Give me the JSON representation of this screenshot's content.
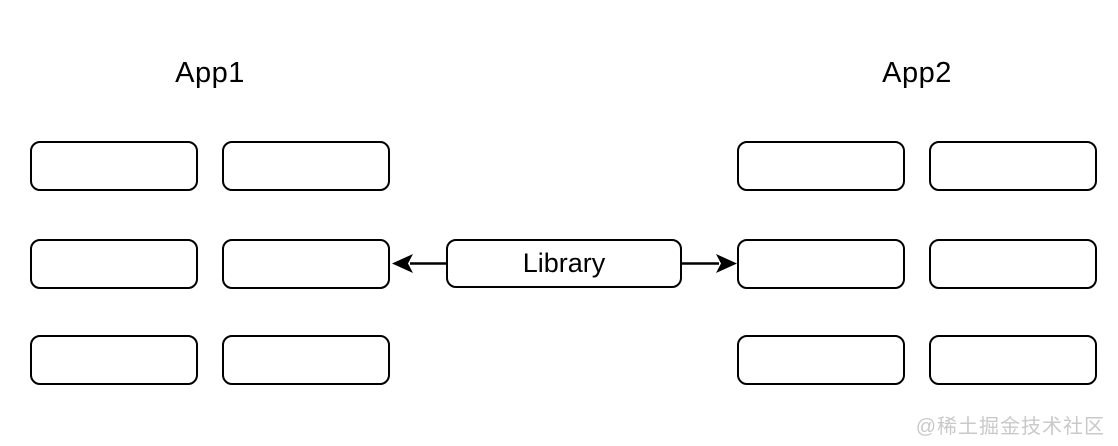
{
  "diagram": {
    "app1": {
      "title": "App1",
      "module_box_count": 6,
      "grid": "3 rows x 2 columns, boxes are empty"
    },
    "app2": {
      "title": "App2",
      "module_box_count": 6,
      "grid": "3 rows x 2 columns, boxes are empty"
    },
    "library": {
      "label": "Library"
    },
    "connections": [
      {
        "from": "library",
        "to": "app1-middle-row-right-box",
        "arrowhead": "left"
      },
      {
        "from": "library",
        "to": "app2-middle-row-left-box",
        "arrowhead": "right"
      }
    ],
    "watermark": "@稀土掘金技术社区"
  },
  "colors": {
    "background": "#ffffff",
    "stroke": "#000000",
    "watermark_text": "#c9c9c9"
  }
}
